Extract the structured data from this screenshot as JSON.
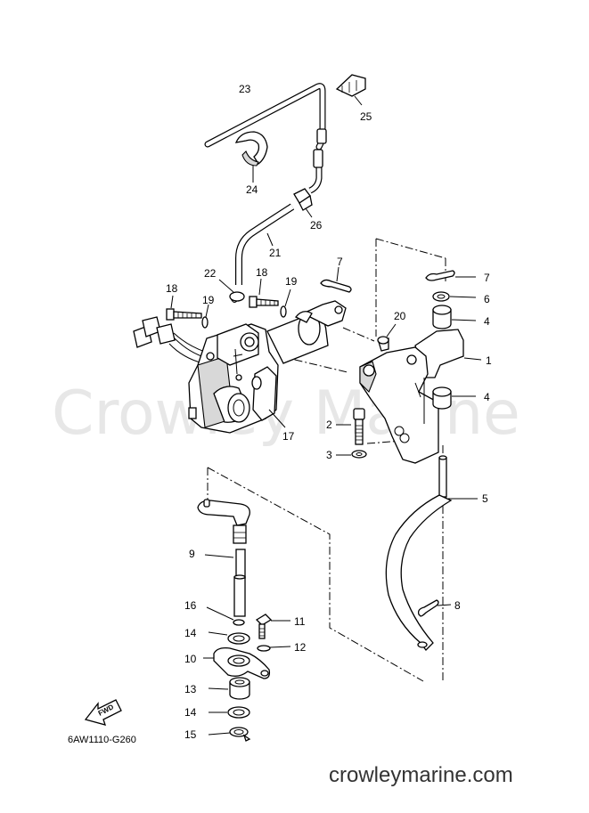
{
  "diagram": {
    "watermark": "Crowley Marine",
    "website": "crowleymarine.com",
    "drawing_code": "6AW1110-G260",
    "fwd_label": "FWD",
    "callouts": [
      {
        "id": "c23",
        "text": "23"
      },
      {
        "id": "c25",
        "text": "25"
      },
      {
        "id": "c24",
        "text": "24"
      },
      {
        "id": "c26",
        "text": "26"
      },
      {
        "id": "c21",
        "text": "21"
      },
      {
        "id": "c7a",
        "text": "7"
      },
      {
        "id": "c7b",
        "text": "7"
      },
      {
        "id": "c6",
        "text": "6"
      },
      {
        "id": "c4a",
        "text": "4"
      },
      {
        "id": "c22",
        "text": "22"
      },
      {
        "id": "c18a",
        "text": "18"
      },
      {
        "id": "c18b",
        "text": "18"
      },
      {
        "id": "c19a",
        "text": "19"
      },
      {
        "id": "c19b",
        "text": "19"
      },
      {
        "id": "c20",
        "text": "20"
      },
      {
        "id": "c1",
        "text": "1"
      },
      {
        "id": "c4b",
        "text": "4"
      },
      {
        "id": "c2",
        "text": "2"
      },
      {
        "id": "c17",
        "text": "17"
      },
      {
        "id": "c3",
        "text": "3"
      },
      {
        "id": "c5",
        "text": "5"
      },
      {
        "id": "c9",
        "text": "9"
      },
      {
        "id": "c8",
        "text": "8"
      },
      {
        "id": "c16",
        "text": "16"
      },
      {
        "id": "c11",
        "text": "11"
      },
      {
        "id": "c14a",
        "text": "14"
      },
      {
        "id": "c12",
        "text": "12"
      },
      {
        "id": "c10",
        "text": "10"
      },
      {
        "id": "c13",
        "text": "13"
      },
      {
        "id": "c14b",
        "text": "14"
      },
      {
        "id": "c15",
        "text": "15"
      }
    ]
  }
}
